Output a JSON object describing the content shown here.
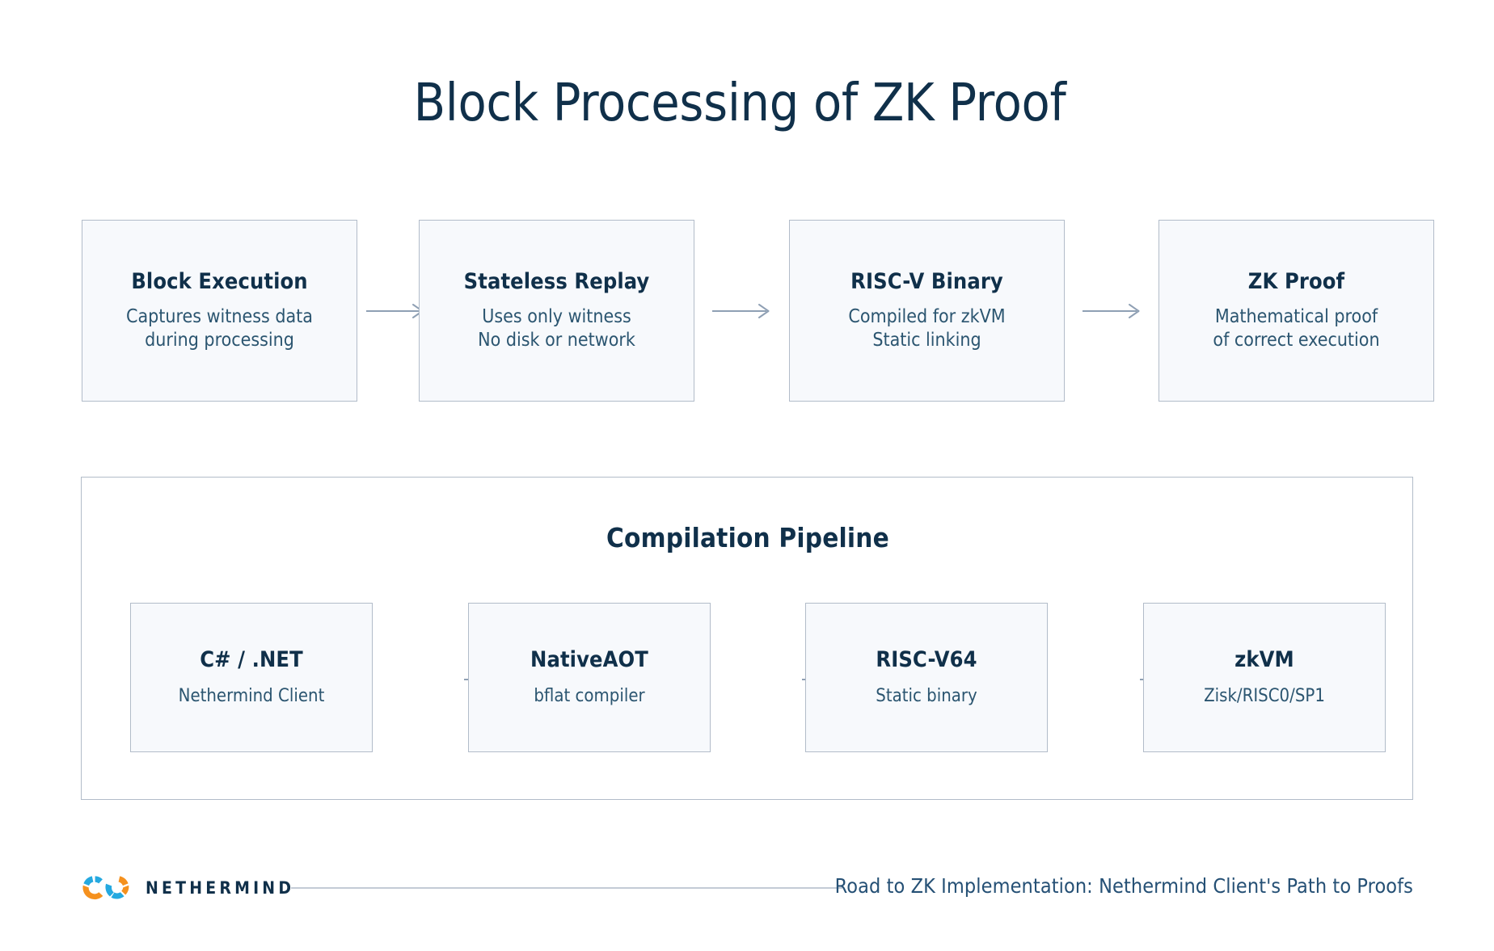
{
  "page": {
    "title": "Block Processing of ZK Proof",
    "background_color": "#ffffff"
  },
  "colors": {
    "navy": "#10304a",
    "body_blue": "#2b5570",
    "box_fill": "#f7f9fc",
    "box_border": "#b2bcc9",
    "arrow": "#8fa0b4",
    "logo_orange": "#f5911e",
    "logo_cyan": "#25a9e0"
  },
  "flow": {
    "name": "block-processing-flow",
    "stages": [
      {
        "id": "block-execution",
        "title": "Block Execution",
        "desc_lines": [
          "Captures witness data",
          "during processing"
        ]
      },
      {
        "id": "stateless-replay",
        "title": "Stateless Replay",
        "desc_lines": [
          "Uses only witness",
          "No disk or network"
        ]
      },
      {
        "id": "risc-v-binary",
        "title": "RISC-V Binary",
        "desc_lines": [
          "Compiled for zkVM",
          "Static linking"
        ]
      },
      {
        "id": "zk-proof",
        "title": "ZK Proof",
        "desc_lines": [
          "Mathematical proof",
          "of correct execution"
        ]
      }
    ],
    "arrow_icon": "arrow-right-icon"
  },
  "pipeline": {
    "title": "Compilation Pipeline",
    "stages": [
      {
        "id": "csharp-dotnet",
        "title": "C# / .NET",
        "desc_lines": [
          "Nethermind Client"
        ]
      },
      {
        "id": "nativeaot",
        "title": "NativeAOT",
        "desc_lines": [
          "bflat compiler"
        ]
      },
      {
        "id": "risc-v64",
        "title": "RISC-V64",
        "desc_lines": [
          "Static binary"
        ]
      },
      {
        "id": "zkvm",
        "title": "zkVM",
        "desc_lines": [
          "Zisk/RISC0/SP1"
        ]
      }
    ],
    "arrow_icon": "arrow-right-icon"
  },
  "footer": {
    "logo_icon": "nethermind-logo-icon",
    "wordmark": "NETHERMIND",
    "tagline": "Road to ZK Implementation: Nethermind Client's Path to Proofs"
  }
}
